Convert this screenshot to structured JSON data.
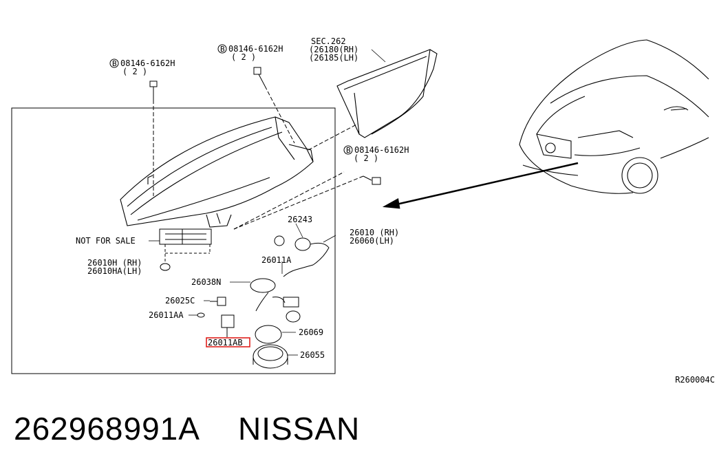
{
  "bolts": [
    {
      "code": "08146-6162H",
      "qty": "( 2 )",
      "marker": "B"
    },
    {
      "code": "08146-6162H",
      "qty": "( 2 )",
      "marker": "B"
    },
    {
      "code": "08146-6162H",
      "qty": "( 2 )",
      "marker": "B"
    }
  ],
  "section": {
    "line1": "SEC.262",
    "line2": "(26180(RH)",
    "line3": "(26185(LH)"
  },
  "labels": {
    "not_for_sale": "NOT FOR SALE",
    "bracket_rh": "26010H (RH)",
    "bracket_lh": "26010HA(LH)",
    "assy_rh": "26010 (RH)",
    "assy_lh": "26060(LH)",
    "p26243": "26243",
    "p26011A": "26011A",
    "p26038N": "26038N",
    "p26025C": "26025C",
    "p26011AA": "26011AA",
    "p26011AB": "26011AB",
    "p26069": "26069",
    "p26055": "26055"
  },
  "highlight_color": "#e0201c",
  "reference": "R260004C",
  "part_number": "262968991A",
  "brand": "NISSAN"
}
